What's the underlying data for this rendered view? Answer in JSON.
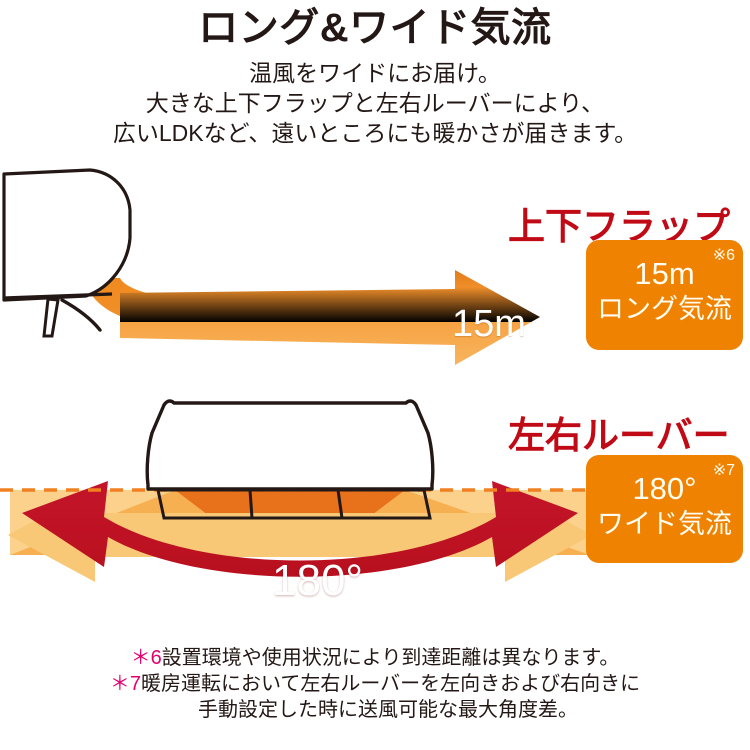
{
  "header": {
    "title": "ロング&ワイド気流",
    "subtitle_lines": [
      "温風をワイドにお届け。",
      "大きな上下フラップと左右ルーバーにより、",
      "広いLDKなど、遠いところにも暖かさが届きます。"
    ]
  },
  "sections": {
    "flap": {
      "heading": "上下フラップ",
      "badge": {
        "value": "15m",
        "footnote_marker": "※6",
        "caption": "ロング気流"
      },
      "arrow_label": "15m"
    },
    "louver": {
      "heading": "左右ルーバー",
      "badge": {
        "value": "180°",
        "footnote_marker": "※7",
        "caption": "ワイド気流"
      },
      "arrow_label": "180°"
    }
  },
  "notes": [
    {
      "marker": "＊6",
      "text": "設置環境や使用状況により到達距離は異なります。"
    },
    {
      "marker": "＊7",
      "text": "暖房運転において左右ルーバーを左向きおよび右向きに"
    },
    {
      "marker": "",
      "text": "手動設定した時に送風可能な最大角度差。"
    }
  ],
  "colors": {
    "background": "#FFFFFF",
    "text": "#231815",
    "heading_red": "#C00A15",
    "badge_orange": "#EF8200",
    "arrow_orange": "#F39939",
    "arrow_orange_dark": "#E98023",
    "spread_light": "#FAD08A",
    "spread_mid": "#F5A63C",
    "spread_dark": "#E8711B",
    "arc_red": "#BE1622",
    "note_marker_pink": "#E6006E",
    "dashed_line": "#F08020",
    "unit_outline": "#231815"
  }
}
